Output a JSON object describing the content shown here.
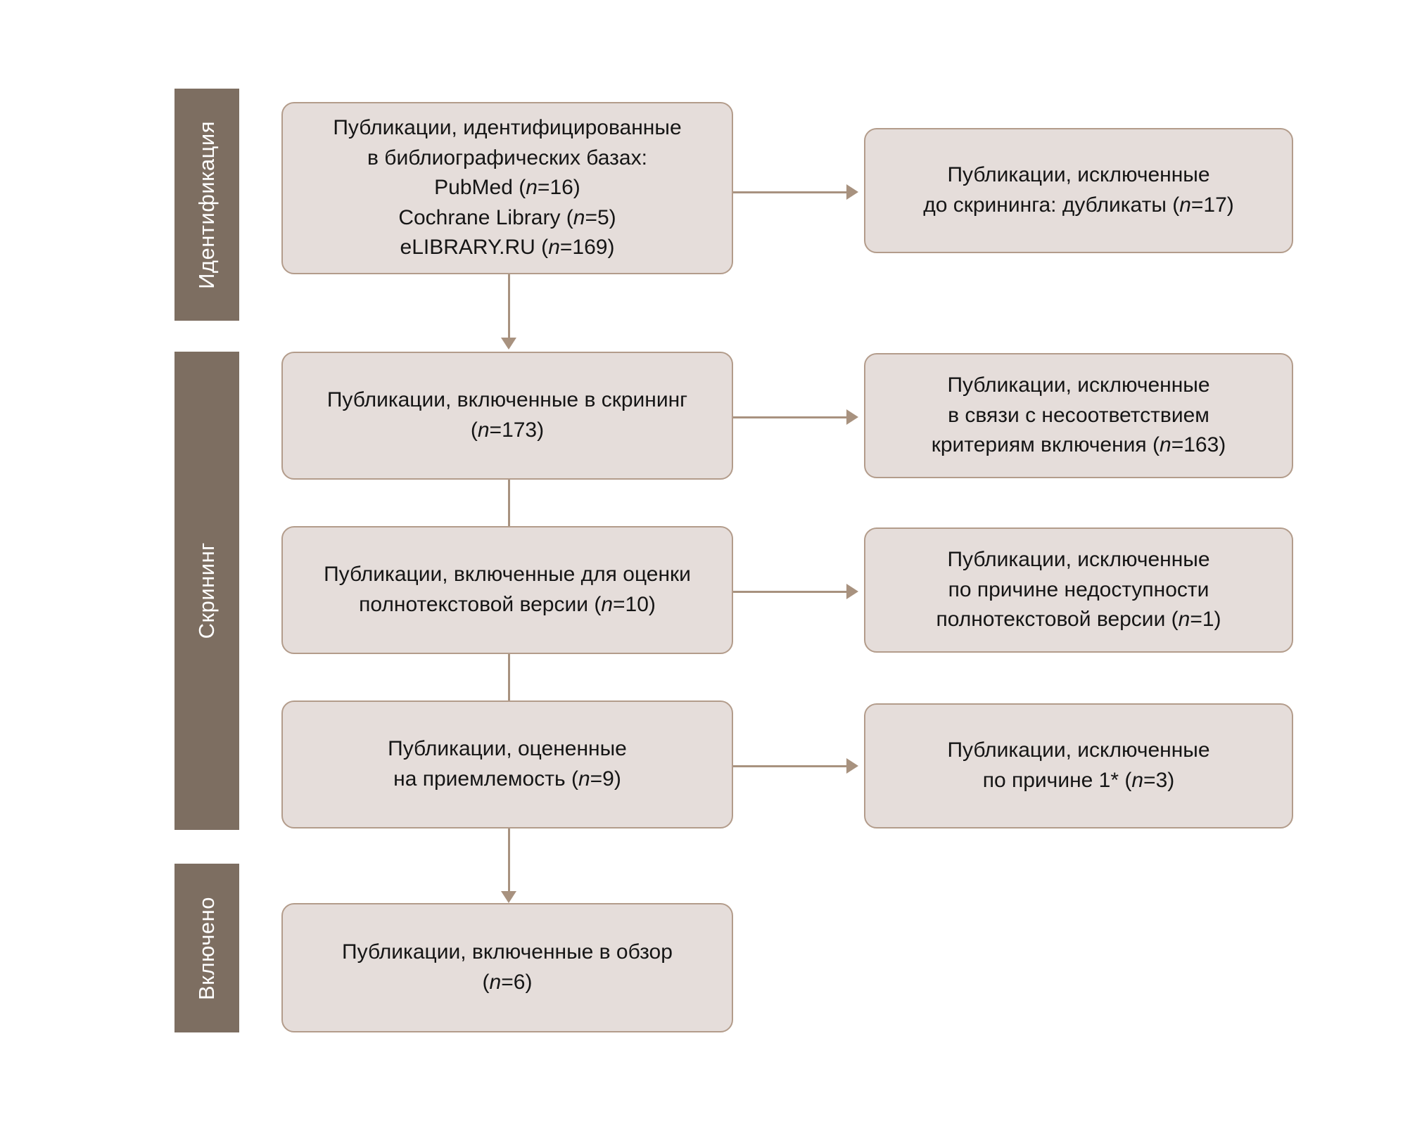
{
  "diagram": {
    "type": "prisma-flow-diagram",
    "language": "ru",
    "colors": {
      "stage_bar": "#7d6e61",
      "box_fill": "#e5ddda",
      "box_border": "#b39c8b",
      "connector": "#a8927f",
      "text": "#151515",
      "background": "#ffffff"
    }
  },
  "stages": [
    {
      "id": "identification",
      "label": "Идентификация"
    },
    {
      "id": "screening",
      "label": "Скрининг"
    },
    {
      "id": "included",
      "label": "Включено"
    }
  ],
  "main_nodes": [
    {
      "id": "identified",
      "lines": [
        "Публикации, идентифицированные",
        "в библиографических базах:",
        "PubMed (n=16)",
        "Cochrane Library (n=5)",
        "eLIBRARY.RU (n=169)"
      ],
      "counts": {
        "PubMed": 16,
        "Cochrane Library": 5,
        "eLIBRARY.RU": 169
      }
    },
    {
      "id": "screened",
      "lines": [
        "Публикации, включенные в скрининг",
        "(n=173)"
      ],
      "counts": {
        "n": 173
      }
    },
    {
      "id": "fulltext-assessed",
      "lines": [
        "Публикации, включенные для оценки",
        "полнотекстовой версии (n=10)"
      ],
      "counts": {
        "n": 10
      }
    },
    {
      "id": "eligibility-assessed",
      "lines": [
        "Публикации, оцененные",
        "на приемлемость (n=9)"
      ],
      "counts": {
        "n": 9
      }
    },
    {
      "id": "included-in-review",
      "lines": [
        "Публикации, включенные в обзор",
        "(n=6)"
      ],
      "counts": {
        "n": 6
      }
    }
  ],
  "excluded_nodes": [
    {
      "id": "excluded-duplicates",
      "lines": [
        "Публикации, исключенные",
        "до скрининга: дубликаты (n=17)"
      ],
      "counts": {
        "n": 17
      }
    },
    {
      "id": "excluded-criteria",
      "lines": [
        "Публикации, исключенные",
        "в связи с несоответствием",
        "критериям включения (n=163)"
      ],
      "counts": {
        "n": 163
      }
    },
    {
      "id": "excluded-no-fulltext",
      "lines": [
        "Публикации, исключенные",
        "по причине недоступности",
        "полнотекстовой версии (n=1)"
      ],
      "counts": {
        "n": 1
      }
    },
    {
      "id": "excluded-reason-1",
      "lines": [
        "Публикации, исключенные",
        "по причине 1* (n=3)"
      ],
      "counts": {
        "n": 3
      }
    }
  ]
}
